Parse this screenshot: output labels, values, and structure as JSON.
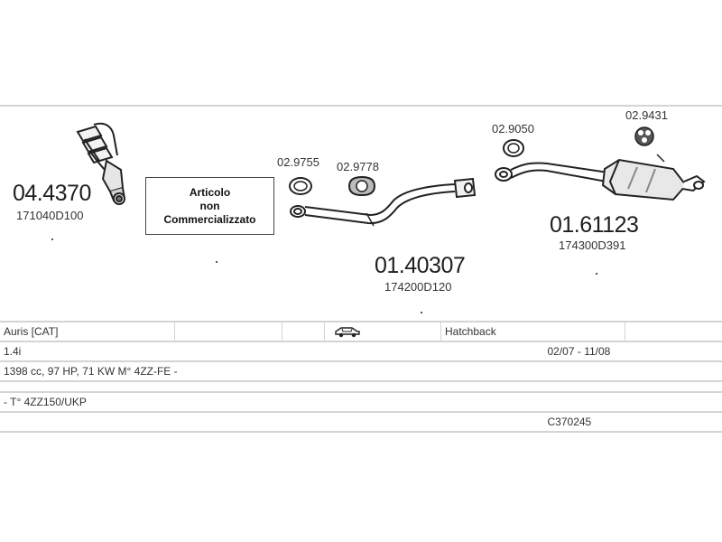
{
  "parts": {
    "manifold": {
      "code": "04.4370",
      "ref": "171040D100"
    },
    "notice": {
      "line1": "Articolo",
      "line2": "non",
      "line3": "Commercializzato"
    },
    "front_pipe": {
      "code": "01.40307",
      "ref": "174200D120"
    },
    "rear_silencer": {
      "code": "01.61123",
      "ref": "174300D391"
    },
    "gasket_a": {
      "code": "02.9755"
    },
    "gasket_b": {
      "code": "02.9778"
    },
    "gasket_c": {
      "code": "02.9050"
    },
    "rubber_mount": {
      "code": "02.9431"
    }
  },
  "info": {
    "model": "Auris  [CAT]",
    "body_type": "Hatchback",
    "engine": "1.4i",
    "dates": "02/07 - 11/08",
    "specs": "1398 cc, 97 HP, 71 KW  M° 4ZZ-FE -",
    "type_code": "- T° 4ZZ150/UKP",
    "catalog_id": "C370245"
  }
}
